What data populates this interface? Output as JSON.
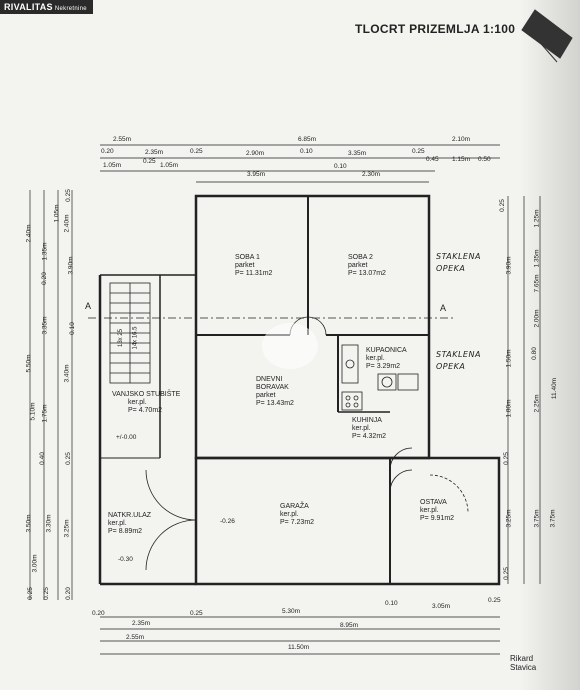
{
  "brand": "RIVALITAS",
  "brand_sub": "Nekretnine",
  "title": "TLOCRT PRIZEMLJA   1:100",
  "stamp": {
    "line1": "Rikard",
    "line2": "Stavica"
  },
  "rooms": {
    "soba1": {
      "name": "SOBA 1",
      "floor": "parket",
      "area": "P= 11.31m2"
    },
    "soba2": {
      "name": "SOBA 2",
      "floor": "parket",
      "area": "P= 13.07m2"
    },
    "kupaonica": {
      "name": "KUPAONICA",
      "floor": "ker.pl.",
      "area": "P= 3.29m2"
    },
    "dnevni": {
      "name": "DNEVNI",
      "name2": "BORAVAK",
      "floor": "parket",
      "area": "P= 13.43m2"
    },
    "kuhinja": {
      "name": "KUHINJA",
      "floor": "ker.pl.",
      "area": "P= 4.32m2"
    },
    "stubiste": {
      "name": "VANJSKO STUBIŠTE",
      "floor": "ker.pl.",
      "area": "P= 4.70m2"
    },
    "garaza": {
      "name": "GARAŽA",
      "floor": "ker.pl.",
      "area": "P= 7.23m2"
    },
    "ostava": {
      "name": "OSTAVA",
      "floor": "ker.pl.",
      "area": "P= 9.91m2"
    },
    "ulaz": {
      "name": "NATKR.ULAZ",
      "floor": "ker.pl.",
      "area": "P= 8.89m2"
    }
  },
  "levels": {
    "stairs": "+/-0.00",
    "garage": "-0.26",
    "entry": "-0.30"
  },
  "stair_text": {
    "a": "13x 25",
    "b": "14x 16.5"
  },
  "hand_notes": {
    "n1a": "STAKLENA",
    "n1b": "OPEKA",
    "n2a": "STAKLENA",
    "n2b": "OPEKA"
  },
  "section": {
    "left": "A",
    "right": "A"
  },
  "dims_top": {
    "r1a": "2.55m",
    "r1b": "6.85m",
    "r1c": "2.10m",
    "r2a": "0.20",
    "r2b": "2.35m",
    "r2c": "0.25",
    "r2d": "2.90m",
    "r2e": "0.10",
    "r2f": "3.35m",
    "r2g": "0.25",
    "r2h": "0.45",
    "r2i": "1.15m",
    "r2j": "0.50",
    "r3a": "1.05m",
    "r3b": "0.25",
    "r3c": "1.05m",
    "r4a": "3.95m",
    "r4b": "0.10",
    "r4c": "2.30m"
  },
  "dims_bottom": {
    "b1a": "0.20",
    "b1b": "0.25",
    "b1c": "0.10",
    "b1d": "0.25",
    "b2a": "2.35m",
    "b2b": "5.30m",
    "b2c": "3.05m",
    "b3a": "2.55m",
    "b3b": "8.95m",
    "b4a": "11.50m"
  },
  "dims_left": {
    "l1a": "2.40m",
    "l1b": "5.50m",
    "l1c": "3.50m",
    "l2a": "1.35m",
    "l2b": "1.05m",
    "l2c": "0.20",
    "l2d": "3.90m",
    "l2e": "0.10",
    "l2f": "3.35m",
    "l2g": "5.10m",
    "l2h": "1.75m",
    "l2i": "3.40m",
    "l2j": "0.40",
    "l2k": "0.25",
    "l2l": "3.30m",
    "l2m": "3.25m",
    "l2n": "3.00m",
    "l2o": "0.25",
    "l2p": "0.25",
    "l3a": "2.40m",
    "l3b": "0.25",
    "l3c": "0.20"
  },
  "dims_right": {
    "r1a": "0.25",
    "r1b": "1.25m",
    "r1c": "1.35m",
    "r1d": "3.90m",
    "r1e": "2.00m",
    "r1f": "0.80",
    "r1g": "1.50m",
    "r1h": "2.25m",
    "r1i": "1.80m",
    "r1j": "0.25",
    "r1k": "3.25m",
    "r1l": "0.25",
    "r2a": "7.65m",
    "r2b": "3.75m",
    "r3a": "11.40m",
    "r3b": "3.75m"
  }
}
